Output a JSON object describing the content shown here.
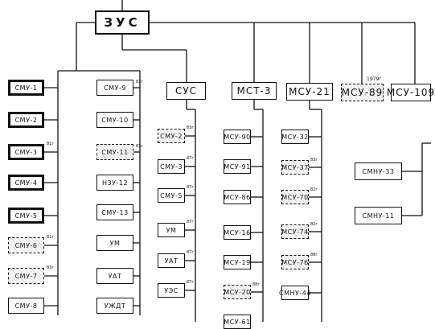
{
  "root": {
    "label": "ЗУС"
  },
  "heads": [
    {
      "label": "СУС"
    },
    {
      "label": "МСТ-3"
    },
    {
      "label": "МСУ-21"
    },
    {
      "label": "МСУ-89",
      "year": "1979г"
    },
    {
      "label": "МСУ-109"
    }
  ],
  "col_a": [
    {
      "label": "СМУ-1"
    },
    {
      "label": "СМУ-2"
    },
    {
      "label": "СМУ-3",
      "note": "81г"
    },
    {
      "label": "СМУ-4"
    },
    {
      "label": "СМУ-5"
    },
    {
      "label": "СМУ-6",
      "note": "81г"
    },
    {
      "label": "СМУ-7",
      "note": "83г"
    },
    {
      "label": "СМУ-8"
    }
  ],
  "col_b": [
    {
      "label": "СМУ-9",
      "note": "82г"
    },
    {
      "label": "СМУ-10"
    },
    {
      "label": "СМУ-11",
      "note": "83г"
    },
    {
      "label": "НЗУ-12"
    },
    {
      "label": "СМУ-13"
    },
    {
      "label": "УМ"
    },
    {
      "label": "УАТ"
    },
    {
      "label": "УЖДТ"
    }
  ],
  "col_sus": [
    {
      "label": "СМУ-2",
      "note": "83г"
    },
    {
      "label": "СМУ-3",
      "note": "87г"
    },
    {
      "label": "СМУ-5",
      "note": "87г"
    },
    {
      "label": "УМ",
      "note": "87г"
    },
    {
      "label": "УАТ",
      "note": "87г"
    },
    {
      "label": "УЭС",
      "note": "87г"
    }
  ],
  "col_mst": [
    {
      "label": "МСУ-90"
    },
    {
      "label": "МСУ-91"
    },
    {
      "label": "МСУ-86"
    },
    {
      "label": "МСУ-16"
    },
    {
      "label": "МСУ-19"
    },
    {
      "label": "МСУ-20",
      "note": "88г"
    },
    {
      "label": "МСУ-61"
    }
  ],
  "col_msu21": [
    {
      "label": "МСУ-32"
    },
    {
      "label": "МСУ-37",
      "note": "83г"
    },
    {
      "label": "МСУ-70",
      "note": "82г"
    },
    {
      "label": "МСУ-74",
      "note": "82г"
    },
    {
      "label": "МСУ-76",
      "note": "88г"
    },
    {
      "label": "СМНУ-44"
    }
  ],
  "col_right": [
    {
      "label": "СМНУ-33"
    },
    {
      "label": "СМНУ-11"
    }
  ]
}
